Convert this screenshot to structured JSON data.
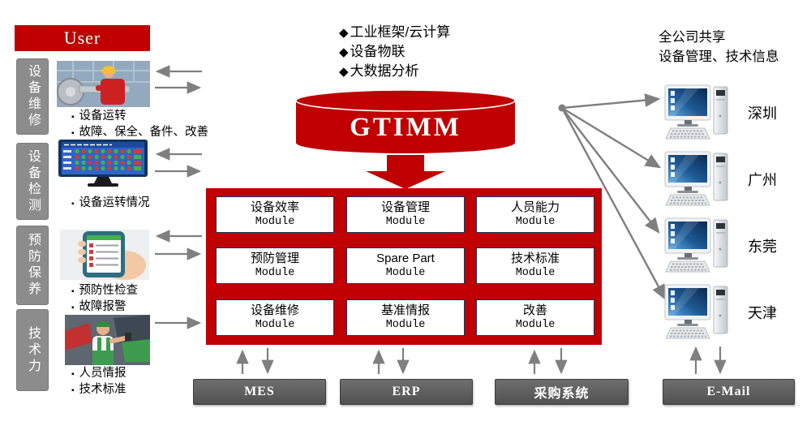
{
  "colors": {
    "red": "#C00000",
    "tab_gray": "#8C8C8C",
    "system_box_gray": "#5A5A5A",
    "arrow_gray": "#7F7F7F",
    "module_border_navy": "#17375E",
    "screen_blue": "#1E5A96"
  },
  "square_bullet": "▪",
  "user_banner": {
    "label": "User"
  },
  "left_sections": [
    {
      "tab": "设备维修",
      "image": "worker-machine",
      "bullets": [
        "设备运转",
        "故障、保全、备件、改善"
      ]
    },
    {
      "tab": "设备检测",
      "image": "status-board-monitor",
      "bullets": [
        "设备运转情况"
      ]
    },
    {
      "tab": "预防保养",
      "image": "tablet-checklist",
      "bullets": [
        "预防性检查",
        "故障报警"
      ]
    },
    {
      "tab": "技术力",
      "image": "technician",
      "bullets": [
        "人员情报",
        "技术标准"
      ]
    }
  ],
  "platform": {
    "bullet_char": "◆",
    "features": [
      "工业框架/云计算",
      "设备物联",
      "大数据分析"
    ],
    "cylinder_label": "GTIMM"
  },
  "modules": [
    {
      "line1": "设备效率",
      "line2": "Module"
    },
    {
      "line1": "设备管理",
      "line2": "Module"
    },
    {
      "line1": "人员能力",
      "line2": "Module"
    },
    {
      "line1": "预防管理",
      "line2": "Module"
    },
    {
      "line1": "Spare Part",
      "line2": "Module"
    },
    {
      "line1": "技术标准",
      "line2": "Module"
    },
    {
      "line1": "设备维修",
      "line2": "Module"
    },
    {
      "line1": "基准情报",
      "line2": "Module"
    },
    {
      "line1": "改善",
      "line2": "Module"
    }
  ],
  "external_systems": [
    {
      "label": "MES"
    },
    {
      "label": "ERP"
    },
    {
      "label": "采购系统"
    }
  ],
  "email_system": {
    "label": "E-Mail"
  },
  "sharing": {
    "title_line1": "全公司共享",
    "title_line2": "设备管理、技术信息",
    "sites": [
      {
        "label": "深圳"
      },
      {
        "label": "广州"
      },
      {
        "label": "东莞"
      },
      {
        "label": "天津"
      }
    ]
  }
}
